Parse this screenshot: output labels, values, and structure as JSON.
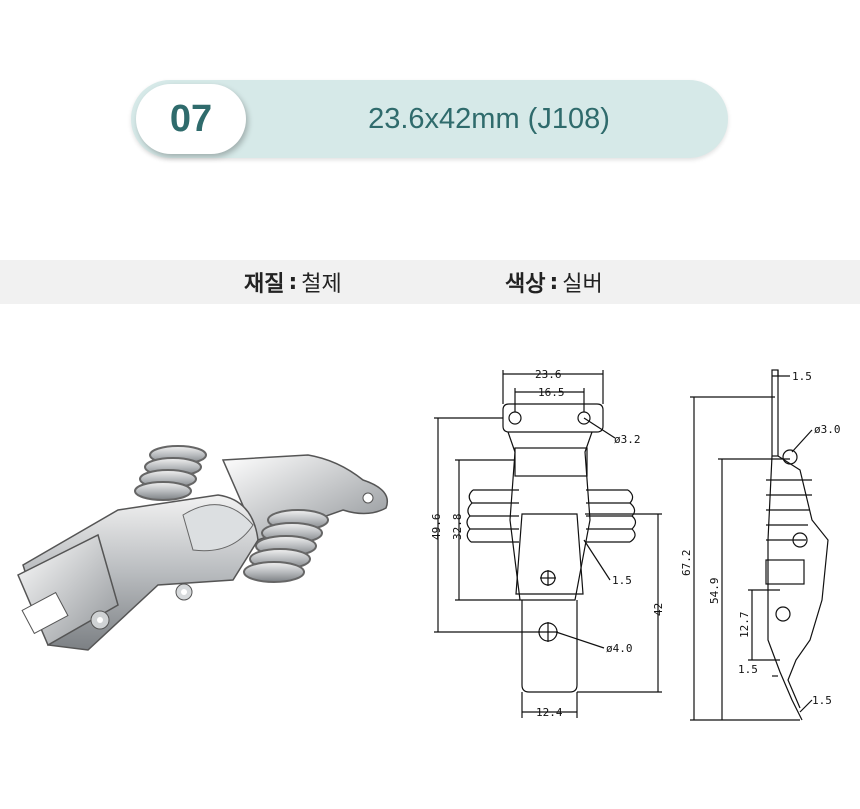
{
  "header": {
    "number": "07",
    "title": "23.6x42mm (J108)"
  },
  "specs": {
    "material_label": "재질",
    "material_value": "철제",
    "color_label": "색상",
    "color_value": "실버",
    "separator": ":"
  },
  "drawing": {
    "dims": {
      "w236": "23.6",
      "w165": "16.5",
      "d32": "ø3.2",
      "h496": "49.6",
      "h328": "32.8",
      "t15a": "1.5",
      "d40": "ø4.0",
      "h42": "42",
      "w124": "12.4",
      "t15top": "1.5",
      "d30": "ø3.0",
      "h672": "67.2",
      "h549": "54.9",
      "h127": "12.7",
      "t15b": "1.5",
      "t15c": "1.5"
    }
  }
}
